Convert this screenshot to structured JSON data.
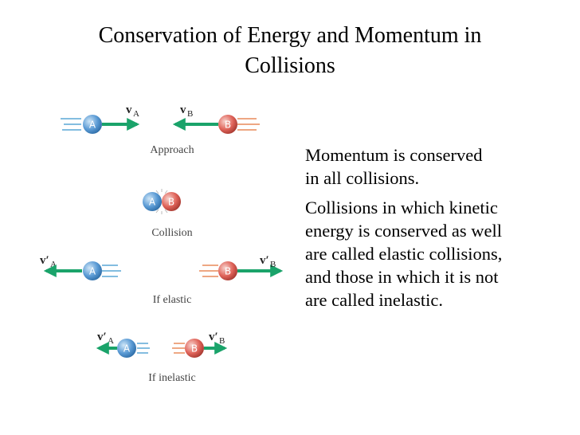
{
  "title": {
    "line1": "Conservation of Energy and Momentum in",
    "line2": "Collisions"
  },
  "paragraphs": [
    {
      "line1": "Momentum is conserved",
      "line2": "in all collisions."
    },
    {
      "line1": "Collisions in which kinetic",
      "line2": "energy is conserved as well",
      "line3": "are called elastic collisions,",
      "line4": "and those in which it is not",
      "line5": "are called inelastic."
    }
  ],
  "diagram": {
    "ball_a": "A",
    "ball_b": "B",
    "vector_symbol": "v",
    "prime": "′",
    "sub_a": "A",
    "sub_b": "B",
    "captions": {
      "approach": "Approach",
      "collision": "Collision",
      "elastic": "If elastic",
      "inelastic": "If inelastic"
    },
    "colors": {
      "ball_a": "#5b9bd5",
      "ball_b": "#e0645a",
      "arrow": "#1aa36a",
      "trail_a": "#5aa7d6",
      "trail_b": "#e88a5a"
    }
  }
}
